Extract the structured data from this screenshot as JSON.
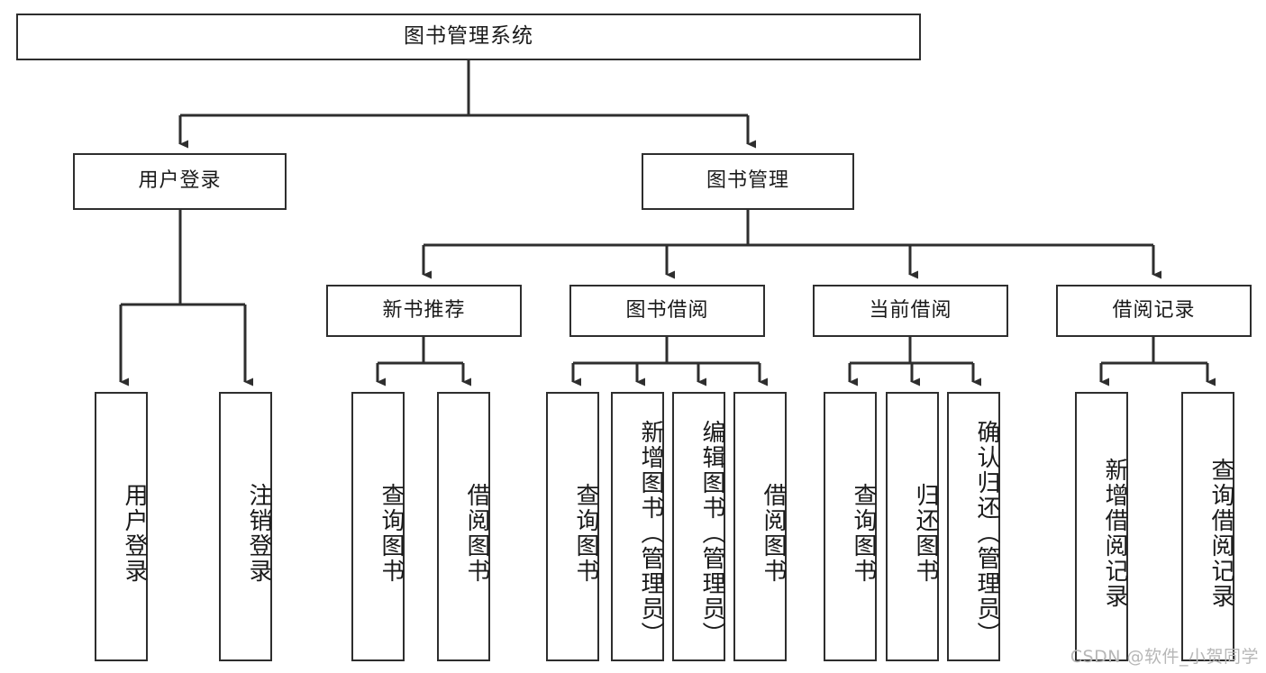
{
  "chart_data": {
    "type": "diagram",
    "title": "图书管理系统",
    "diagram_kind": "functional-decomposition-tree",
    "levels": 4,
    "orientation": "top-down"
  },
  "diagram": {
    "root": {
      "label": "图书管理系统"
    },
    "level2": [
      {
        "label": "用户登录"
      },
      {
        "label": "图书管理"
      }
    ],
    "level3": [
      {
        "label": "新书推荐"
      },
      {
        "label": "图书借阅"
      },
      {
        "label": "当前借阅"
      },
      {
        "label": "借阅记录"
      }
    ],
    "leaves": {
      "user_login": [
        {
          "label": "用户登录"
        },
        {
          "label": "注销登录"
        }
      ],
      "new_book_recommend": [
        {
          "label": "查询图书"
        },
        {
          "label": "借阅图书"
        }
      ],
      "book_borrow": [
        {
          "label": "查询图书"
        },
        {
          "label": "新增图书（管理员）"
        },
        {
          "label": "编辑图书（管理员）"
        },
        {
          "label": "借阅图书"
        }
      ],
      "current_borrow": [
        {
          "label": "查询图书"
        },
        {
          "label": "归还图书"
        },
        {
          "label": "确认归还（管理员）"
        }
      ],
      "borrow_record": [
        {
          "label": "新增借阅记录"
        },
        {
          "label": "查询借阅记录"
        }
      ]
    }
  },
  "watermark": {
    "text": "CSDN @软件_小贺同学"
  },
  "colors": {
    "stroke": "#2e2e2e",
    "fill": "#ffffff",
    "text": "#1a1a1a",
    "watermark": "#b7b7b7"
  }
}
